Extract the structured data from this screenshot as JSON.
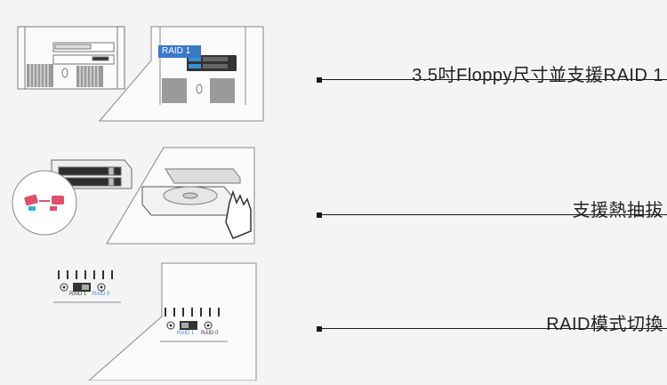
{
  "features": [
    {
      "label": "3.5吋Floppy尺寸並支援RAID 1"
    },
    {
      "label": "支援熱抽拔"
    },
    {
      "label": "RAID模式切換"
    }
  ],
  "illustrations": {
    "raid_badge": "RAID 1",
    "switch_panel_a": {
      "left": "RAID 1",
      "right": "RAID 0"
    },
    "switch_panel_b": {
      "left": "RAID 1",
      "right": "RAID 0"
    }
  },
  "colors": {
    "badge_blue": "#3a78c9",
    "label_blue": "#4a86d6",
    "icon_red": "#e0506a",
    "icon_cyan": "#2fb7d0"
  }
}
